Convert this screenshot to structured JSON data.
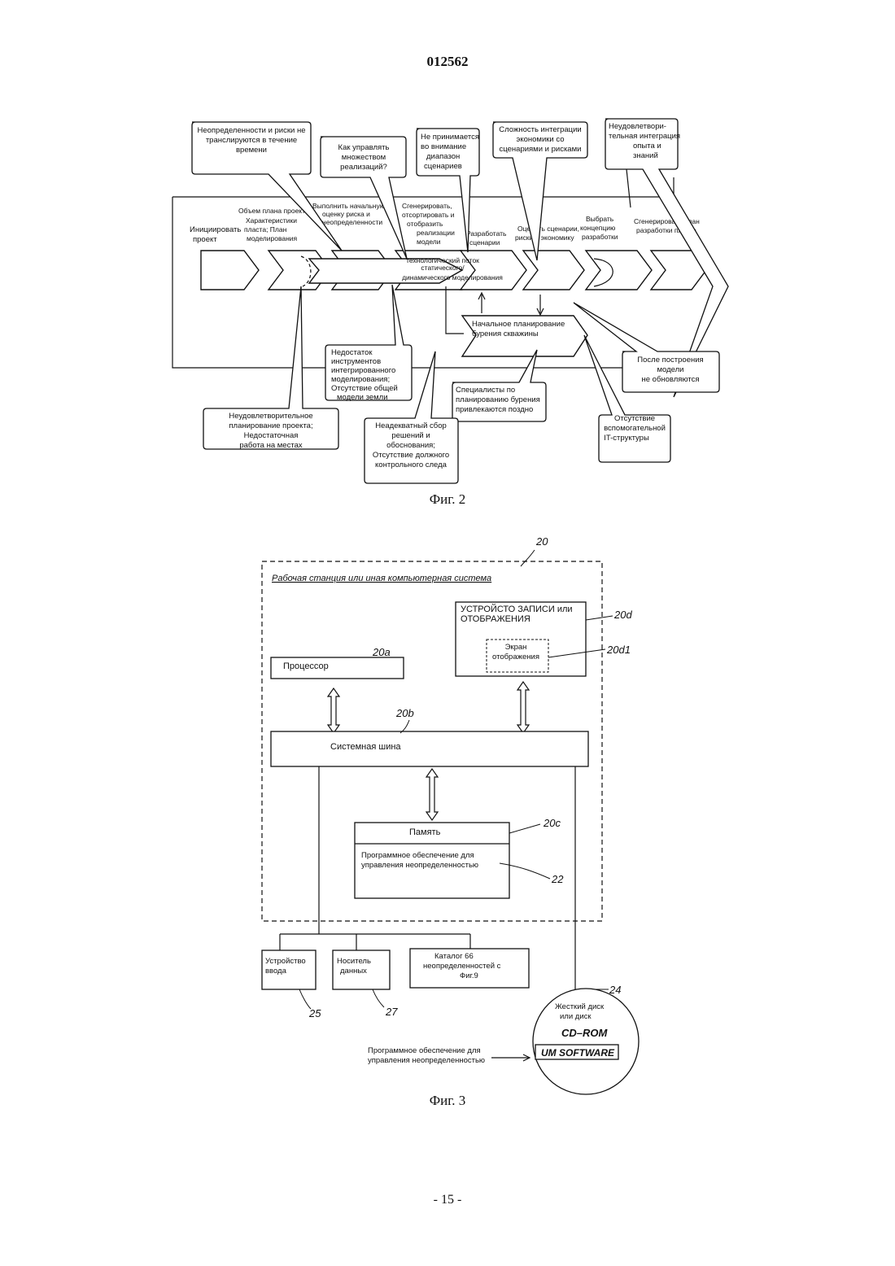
{
  "document": {
    "number": "012562",
    "page_number": "- 15 -"
  },
  "fig2": {
    "caption": "Фиг. 2",
    "process_steps": {
      "initiate": [
        "Инициировать",
        "проект"
      ],
      "plan_scope": [
        "Объем плана проекта;",
        "Характеристики",
        "пласта; План",
        "моделирования"
      ],
      "risk_assessment": [
        "Выполнить начальную",
        "оценку риска и",
        "неопределенности"
      ],
      "generate": [
        "Сгенерировать,",
        "отсортировать и",
        "отобразить",
        "реализации",
        "модели"
      ],
      "develop_scenarios": [
        "Разработать",
        "сценарии"
      ],
      "evaluate": [
        "Оценить сценарии,",
        "риски и экономику"
      ],
      "choose_concept": [
        "Выбрать",
        "концепцию",
        "разработки"
      ],
      "generate_plan": [
        "Сгенерировать план",
        "разработки пласта"
      ],
      "workflow": [
        "технологический поток",
        "статического/",
        "динамического моделирования"
      ],
      "drilling": [
        "Начальное планирование",
        "бурения скважины"
      ]
    },
    "callouts": {
      "uncertainty_not_translated": [
        "Неопределенности и риски не",
        "транслируются в течение",
        "времени"
      ],
      "manage_realizations": [
        "Как управлять",
        "множеством",
        "реализаций?"
      ],
      "range_ignored": [
        "Не принимается",
        "во внимание",
        "диапазон",
        "сценариев"
      ],
      "integration_complexity": [
        "Сложность интеграции",
        "экономики со",
        "сценариями и рисками"
      ],
      "poor_experience_integration": [
        "Неудовлетвори-",
        "тельная интеграция",
        "опыта и",
        "знаний"
      ],
      "lack_of_tools": [
        "Недостаток",
        "инструментов",
        "интегрированного",
        "моделирования;",
        "Отсутствие общей",
        "модели земли"
      ],
      "late_specialists": [
        "Специалисты по",
        "планированию бурения",
        "привлекаются поздно"
      ],
      "model_not_updated": [
        "После построения",
        "модели",
        "не обновляются"
      ],
      "poor_project_planning": [
        "Неудовлетворительное",
        "планирование проекта;",
        "Недостаточная",
        "работа на местах"
      ],
      "inadequate_collection": [
        "Неадекватный сбор",
        "решений и",
        "обоснования;",
        "Отсутствие должного",
        "контрольного следа"
      ],
      "no_it_infrastructure": [
        "Отсутствие",
        "вспомогательной",
        "IT-структуры"
      ]
    }
  },
  "fig3": {
    "caption": "Фиг. 3",
    "system_label": "Рабочая станция или иная компьютерная система",
    "refs": {
      "system": "20",
      "processor": "20a",
      "bus": "20b",
      "memory": "20c",
      "recorder": "20d",
      "screen": "20d1",
      "software": "22",
      "disk": "24",
      "input": "25",
      "storage": "27"
    },
    "processor": "Процессор",
    "recorder": [
      "УСТРОЙСТО ЗАПИСИ или",
      "ОТОБРАЖЕНИЯ"
    ],
    "screen": [
      "Экран",
      "отображения"
    ],
    "bus": "Системная шина",
    "memory": "Память",
    "software": [
      "Программное обеспечение для",
      "управления неопределенностью"
    ],
    "input_device": [
      "Устройство",
      "ввода"
    ],
    "storage": [
      "Носитель",
      "данных"
    ],
    "catalog": [
      "Каталог 66",
      "неопределенностей с",
      "Фиг.9"
    ],
    "disk": [
      "Жесткий диск",
      "или диск"
    ],
    "cd_rom": "CD–ROM",
    "um_software": "UM SOFTWARE",
    "disk_software": [
      "Программное обеспечение для",
      "управления неопределенностью"
    ]
  }
}
